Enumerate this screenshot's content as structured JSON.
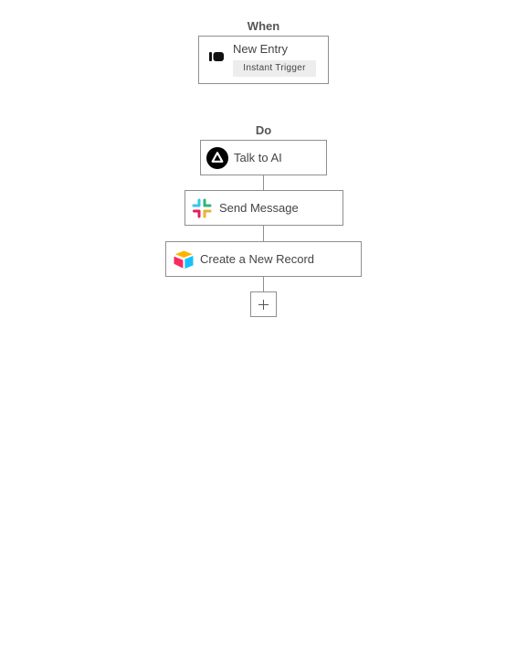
{
  "when": {
    "title": "When",
    "trigger": {
      "icon": "trigger-app-icon",
      "title": "New Entry",
      "badge": "Instant Trigger"
    }
  },
  "do": {
    "title": "Do",
    "steps": [
      {
        "icon": "ai-triangle-icon",
        "label": "Talk to AI"
      },
      {
        "icon": "slack-icon",
        "label": "Send Message"
      },
      {
        "icon": "airtable-icon",
        "label": "Create a New Record"
      }
    ],
    "add_button_icon": "plus-icon"
  },
  "colors": {
    "node_border": "#8f8f8f",
    "badge_background": "#ededed",
    "title_text": "#555555",
    "node_text": "#444444"
  }
}
